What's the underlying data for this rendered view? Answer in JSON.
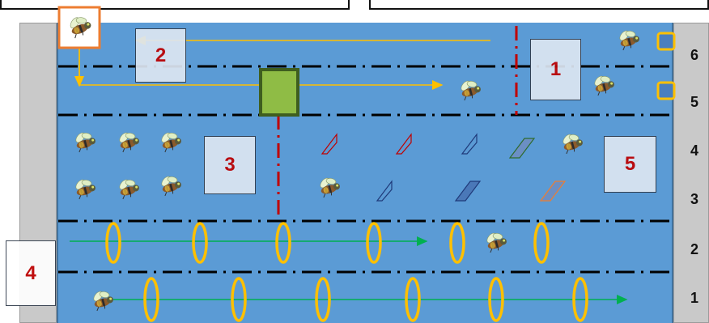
{
  "lane_numbers": [
    "6",
    "5",
    "4",
    "3",
    "2",
    "1"
  ],
  "zones": [
    {
      "label": "1"
    },
    {
      "label": "2"
    },
    {
      "label": "3"
    },
    {
      "label": "4"
    },
    {
      "label": "5"
    }
  ],
  "colors": {
    "water": "#5b9bd5",
    "wall": "#c9c9c9",
    "zone_label": "#c00000",
    "float_ring": "#ffc000",
    "arrow_yellow": "#ffc000",
    "arrow_green": "#00b050",
    "drone_box": "#8fbc45",
    "red_divider": "#c00000",
    "marker_orange": "#ed7d31"
  },
  "icons": [
    "bee-icon",
    "wedge-marker-icon",
    "float-ring-icon",
    "square-buoy-icon",
    "drone-icon"
  ]
}
